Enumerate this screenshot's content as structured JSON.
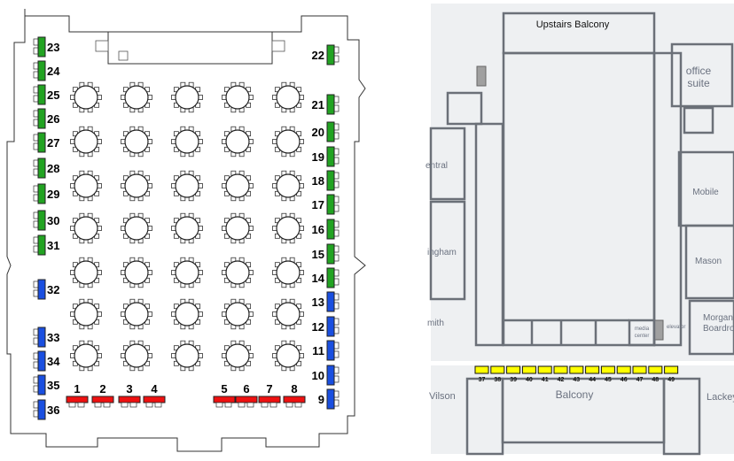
{
  "left_plan": {
    "round_table_rows": 7,
    "round_table_cols": 5,
    "left_tables": [
      {
        "label": "23",
        "type": "green"
      },
      {
        "label": "24",
        "type": "green"
      },
      {
        "label": "25",
        "type": "green"
      },
      {
        "label": "26",
        "type": "green"
      },
      {
        "label": "27",
        "type": "green"
      },
      {
        "label": "28",
        "type": "green"
      },
      {
        "label": "29",
        "type": "green"
      },
      {
        "label": "30",
        "type": "green"
      },
      {
        "label": "31",
        "type": "green"
      },
      {
        "label": "32",
        "type": "blue"
      },
      {
        "label": "33",
        "type": "blue"
      },
      {
        "label": "34",
        "type": "blue"
      },
      {
        "label": "35",
        "type": "blue"
      },
      {
        "label": "36",
        "type": "blue"
      }
    ],
    "right_tables": [
      {
        "label": "22",
        "type": "green"
      },
      {
        "label": "21",
        "type": "green"
      },
      {
        "label": "20",
        "type": "green"
      },
      {
        "label": "19",
        "type": "green"
      },
      {
        "label": "18",
        "type": "green"
      },
      {
        "label": "17",
        "type": "green"
      },
      {
        "label": "16",
        "type": "green"
      },
      {
        "label": "15",
        "type": "green"
      },
      {
        "label": "14",
        "type": "green"
      },
      {
        "label": "13",
        "type": "blue"
      },
      {
        "label": "12",
        "type": "blue"
      },
      {
        "label": "11",
        "type": "blue"
      },
      {
        "label": "10",
        "type": "blue"
      },
      {
        "label": "9",
        "type": "blue"
      }
    ],
    "front_tables": [
      {
        "label": "1",
        "type": "red"
      },
      {
        "label": "2",
        "type": "red"
      },
      {
        "label": "3",
        "type": "red"
      },
      {
        "label": "4",
        "type": "red"
      },
      {
        "label": "5",
        "type": "red"
      },
      {
        "label": "6",
        "type": "red"
      },
      {
        "label": "7",
        "type": "red"
      },
      {
        "label": "8",
        "type": "red"
      }
    ]
  },
  "right_plan": {
    "rooms": {
      "upstairs_balcony": "Upstairs Balcony",
      "office_suite_1": "office",
      "office_suite_2": "suite",
      "central": "entral",
      "bingham": "ingham",
      "smith": "mith",
      "mobile": "Mobile",
      "mason": "Mason",
      "morgan_1": "Morgan",
      "morgan_2": "Boardroo",
      "media_1": "media",
      "media_2": "center",
      "elevator": "elevator",
      "wilson": "Vilson",
      "balcony": "Balcony",
      "lackey": "Lackey"
    },
    "balcony_tables": [
      {
        "label": "37",
        "type": "yellow"
      },
      {
        "label": "38",
        "type": "yellow"
      },
      {
        "label": "39",
        "type": "yellow"
      },
      {
        "label": "40",
        "type": "yellow"
      },
      {
        "label": "41",
        "type": "yellow"
      },
      {
        "label": "42",
        "type": "yellow"
      },
      {
        "label": "43",
        "type": "yellow"
      },
      {
        "label": "44",
        "type": "yellow"
      },
      {
        "label": "45",
        "type": "yellow"
      },
      {
        "label": "46",
        "type": "yellow"
      },
      {
        "label": "47",
        "type": "yellow"
      },
      {
        "label": "48",
        "type": "yellow"
      },
      {
        "label": "49",
        "type": "yellow"
      }
    ]
  },
  "colors": {
    "green": "#22a322",
    "blue": "#1a4fe0",
    "red": "#ee1111",
    "yellow": "#ffff00",
    "wall": "#6b7078",
    "floor": "#eef0f2"
  }
}
